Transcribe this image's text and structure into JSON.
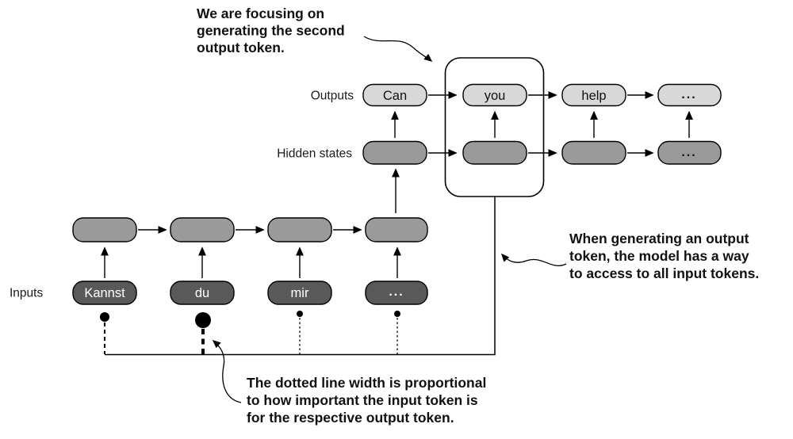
{
  "figure": {
    "title_semantic": "seq2seq-attention-diagram",
    "row_labels": {
      "outputs": "Outputs",
      "hidden_states": "Hidden states",
      "inputs": "Inputs"
    },
    "tokens": {
      "outputs": [
        "Can",
        "you",
        "help",
        "..."
      ],
      "hidden_ellipsis": "...",
      "inputs": [
        "Kannst",
        "du",
        "mir",
        "..."
      ]
    },
    "annotations": {
      "focus": {
        "lines": [
          "We are focusing on",
          "generating the second",
          "output token."
        ]
      },
      "access": {
        "lines": [
          "When generating an output",
          "token, the model has a way",
          "to access to all input tokens."
        ]
      },
      "dotted_width": {
        "lines": [
          "The dotted line width is proportional",
          "to how important the input token is",
          "for the respective output token."
        ]
      }
    },
    "colors": {
      "output_box_fill": "#d8d8d8",
      "state_box_fill": "#9a9a9a",
      "input_box_fill": "#595959",
      "input_text": "#ffffff",
      "stroke": "#000000",
      "background": "#ffffff"
    }
  }
}
